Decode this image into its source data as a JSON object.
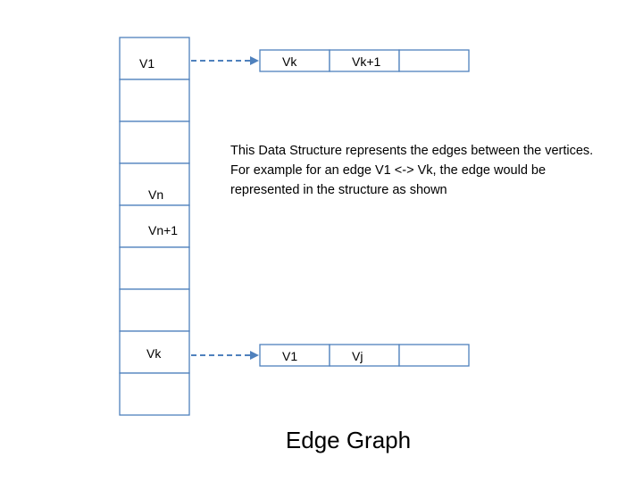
{
  "main_array": {
    "cells": [
      "V1",
      "",
      "",
      "Vn",
      "Vn+1",
      "",
      "",
      "Vk",
      ""
    ]
  },
  "edge_lists": [
    {
      "from_cell": 0,
      "nodes": [
        "Vk",
        "Vk+1",
        ""
      ]
    },
    {
      "from_cell": 7,
      "nodes": [
        "V1",
        "Vj",
        ""
      ]
    }
  ],
  "description": "This Data Structure represents the edges between the vertices. For example for an edge V1 <-> Vk, the edge would be represented in the structure as shown",
  "caption": "Edge Graph",
  "colors": {
    "box_stroke": "#4f81bd",
    "arrow": "#4f81bd"
  }
}
